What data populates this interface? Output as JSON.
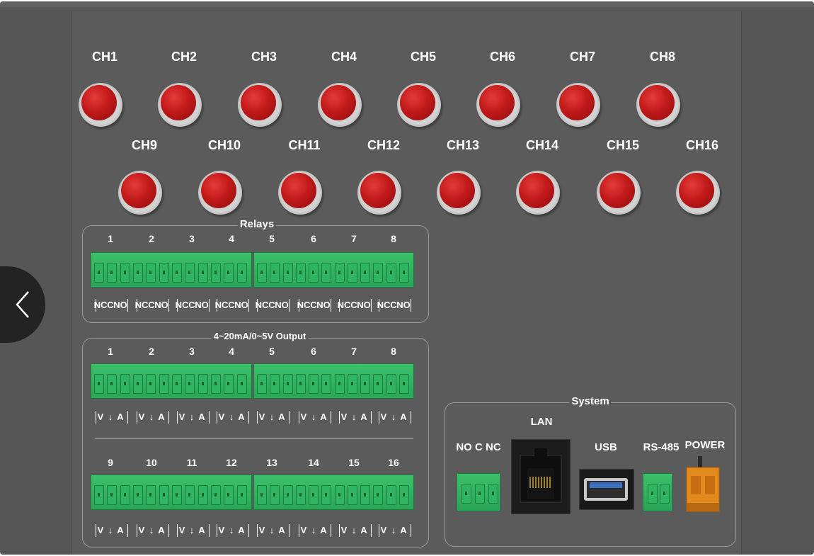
{
  "nav": {
    "back_icon": "chevron-left-icon"
  },
  "channels": {
    "row1": [
      "CH1",
      "CH2",
      "CH3",
      "CH4",
      "CH5",
      "CH6",
      "CH7",
      "CH8"
    ],
    "row2": [
      "CH9",
      "CH10",
      "CH11",
      "CH12",
      "CH13",
      "CH14",
      "CH15",
      "CH16"
    ]
  },
  "relays": {
    "title": "Relays",
    "numbers": [
      "1",
      "2",
      "3",
      "4",
      "5",
      "6",
      "7",
      "8"
    ],
    "pins": [
      "NC",
      "C",
      "NO"
    ]
  },
  "output": {
    "title": "4~20mA/0~5V Output",
    "numbers_top": [
      "1",
      "2",
      "3",
      "4",
      "5",
      "6",
      "7",
      "8"
    ],
    "numbers_bottom": [
      "9",
      "10",
      "11",
      "12",
      "13",
      "14",
      "15",
      "16"
    ],
    "pins": [
      "V",
      "↓",
      "A"
    ]
  },
  "system": {
    "title": "System",
    "relay_pins": "NO C NC",
    "lan": "LAN",
    "usb": "USB",
    "rs485": "RS-485",
    "power": "POWER"
  },
  "colors": {
    "panel": "#575656",
    "button_red": "#c21a1a",
    "terminal_green": "#2fb562",
    "usb_blue": "#3a6fc2",
    "power_orange": "#e38a1c"
  }
}
